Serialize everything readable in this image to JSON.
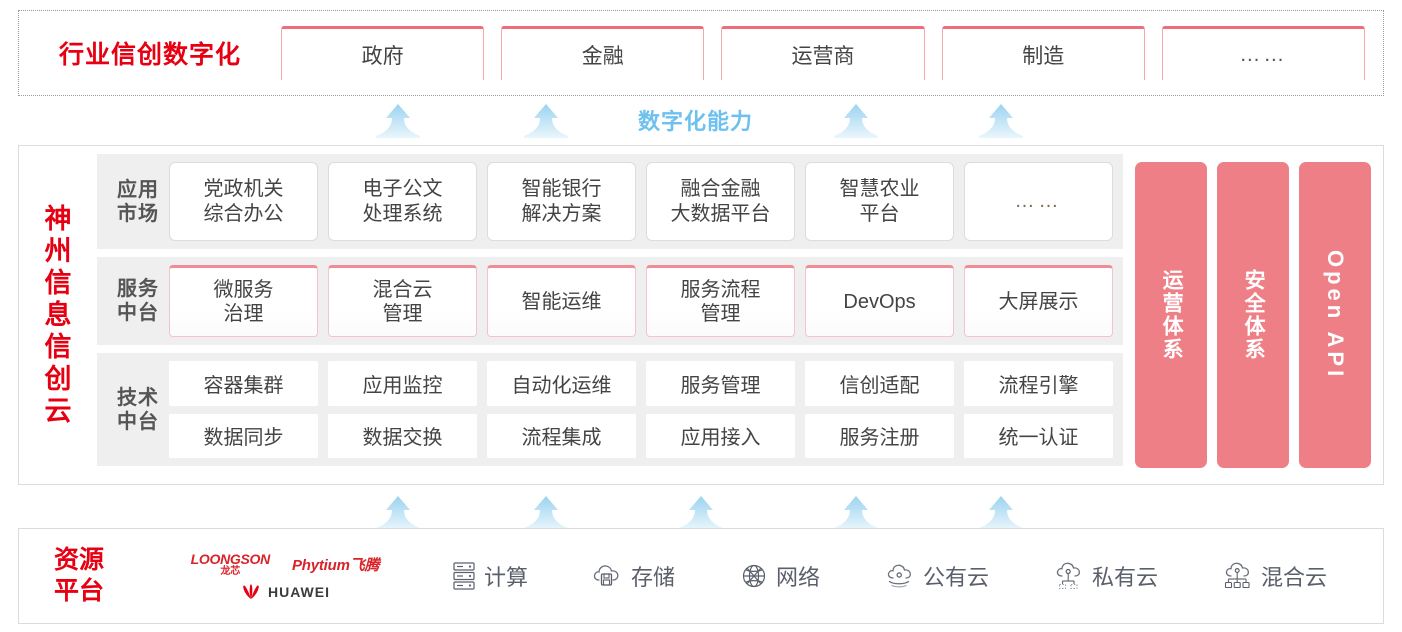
{
  "industry": {
    "title": "行业信创数字化",
    "boxes": [
      {
        "label": "政府"
      },
      {
        "label": "金融"
      },
      {
        "label": "运营商"
      },
      {
        "label": "制造"
      },
      {
        "label": "……"
      }
    ]
  },
  "capability": {
    "label": "数字化能力",
    "arrow_count_top": 4,
    "arrow_count_bottom": 5,
    "arrow_color": "#BFE3F7"
  },
  "cloud": {
    "title": "神州信息信创云",
    "title_chars": [
      "神",
      "州",
      "信",
      "息",
      "信",
      "创",
      "云"
    ],
    "layers": [
      {
        "key": "app-market",
        "label": "应用市场",
        "label_lines": [
          "应用",
          "市场"
        ],
        "style": "rounded",
        "cells": [
          {
            "lines": [
              "党政机关",
              "综合办公"
            ]
          },
          {
            "lines": [
              "电子公文",
              "处理系统"
            ]
          },
          {
            "lines": [
              "智能银行",
              "解决方案"
            ]
          },
          {
            "lines": [
              "融合金融",
              "大数据平台"
            ]
          },
          {
            "lines": [
              "智慧农业",
              "平台"
            ]
          },
          {
            "lines": [
              "……"
            ],
            "is_dots": true
          }
        ]
      },
      {
        "key": "service-platform",
        "label": "服务中台",
        "label_lines": [
          "服务",
          "中台"
        ],
        "style": "pink-top",
        "cells": [
          {
            "lines": [
              "微服务",
              "治理"
            ]
          },
          {
            "lines": [
              "混合云",
              "管理"
            ]
          },
          {
            "lines": [
              "智能运维"
            ]
          },
          {
            "lines": [
              "服务流程",
              "管理"
            ]
          },
          {
            "lines": [
              "DevOps"
            ]
          },
          {
            "lines": [
              "大屏展示"
            ]
          }
        ]
      },
      {
        "key": "tech-platform",
        "label": "技术中台",
        "label_lines": [
          "技术",
          "中台"
        ],
        "style": "flat",
        "rows": [
          [
            "容器集群",
            "应用监控",
            "自动化运维",
            "服务管理",
            "信创适配",
            "流程引擎"
          ],
          [
            "数据同步",
            "数据交换",
            "流程集成",
            "应用接入",
            "服务注册",
            "统一认证"
          ]
        ]
      }
    ],
    "pillars": [
      {
        "label": "运营体系",
        "orientation": "vertical-cjk"
      },
      {
        "label": "安全体系",
        "orientation": "vertical-cjk"
      },
      {
        "label": "Open API",
        "orientation": "vertical-latin"
      }
    ],
    "pillar_color": "#EE7F87"
  },
  "resource": {
    "title": "资源平台",
    "title_lines": [
      "资源",
      "平台"
    ],
    "vendors": [
      {
        "name": "LOONGSON",
        "sub": "龙芯",
        "icon": "loongson-logo"
      },
      {
        "name": "Phytium飞腾",
        "icon": "phytium-logo"
      },
      {
        "name": "HUAWEI",
        "icon": "huawei-logo"
      }
    ],
    "items": [
      {
        "label": "计算",
        "icon": "server-rack-icon"
      },
      {
        "label": "存储",
        "icon": "cloud-storage-icon"
      },
      {
        "label": "网络",
        "icon": "network-globe-icon"
      },
      {
        "label": "公有云",
        "icon": "public-cloud-icon"
      },
      {
        "label": "私有云",
        "icon": "private-cloud-icon"
      },
      {
        "label": "混合云",
        "icon": "hybrid-cloud-icon"
      }
    ]
  },
  "colors": {
    "brand_red": "#E60012",
    "pink": "#EE7F87",
    "pink_border": "#EF6C7A",
    "arrow_blue": "#BFE3F7",
    "capability_blue": "#6EC1EF",
    "panel_gray": "#EFEFEF"
  }
}
